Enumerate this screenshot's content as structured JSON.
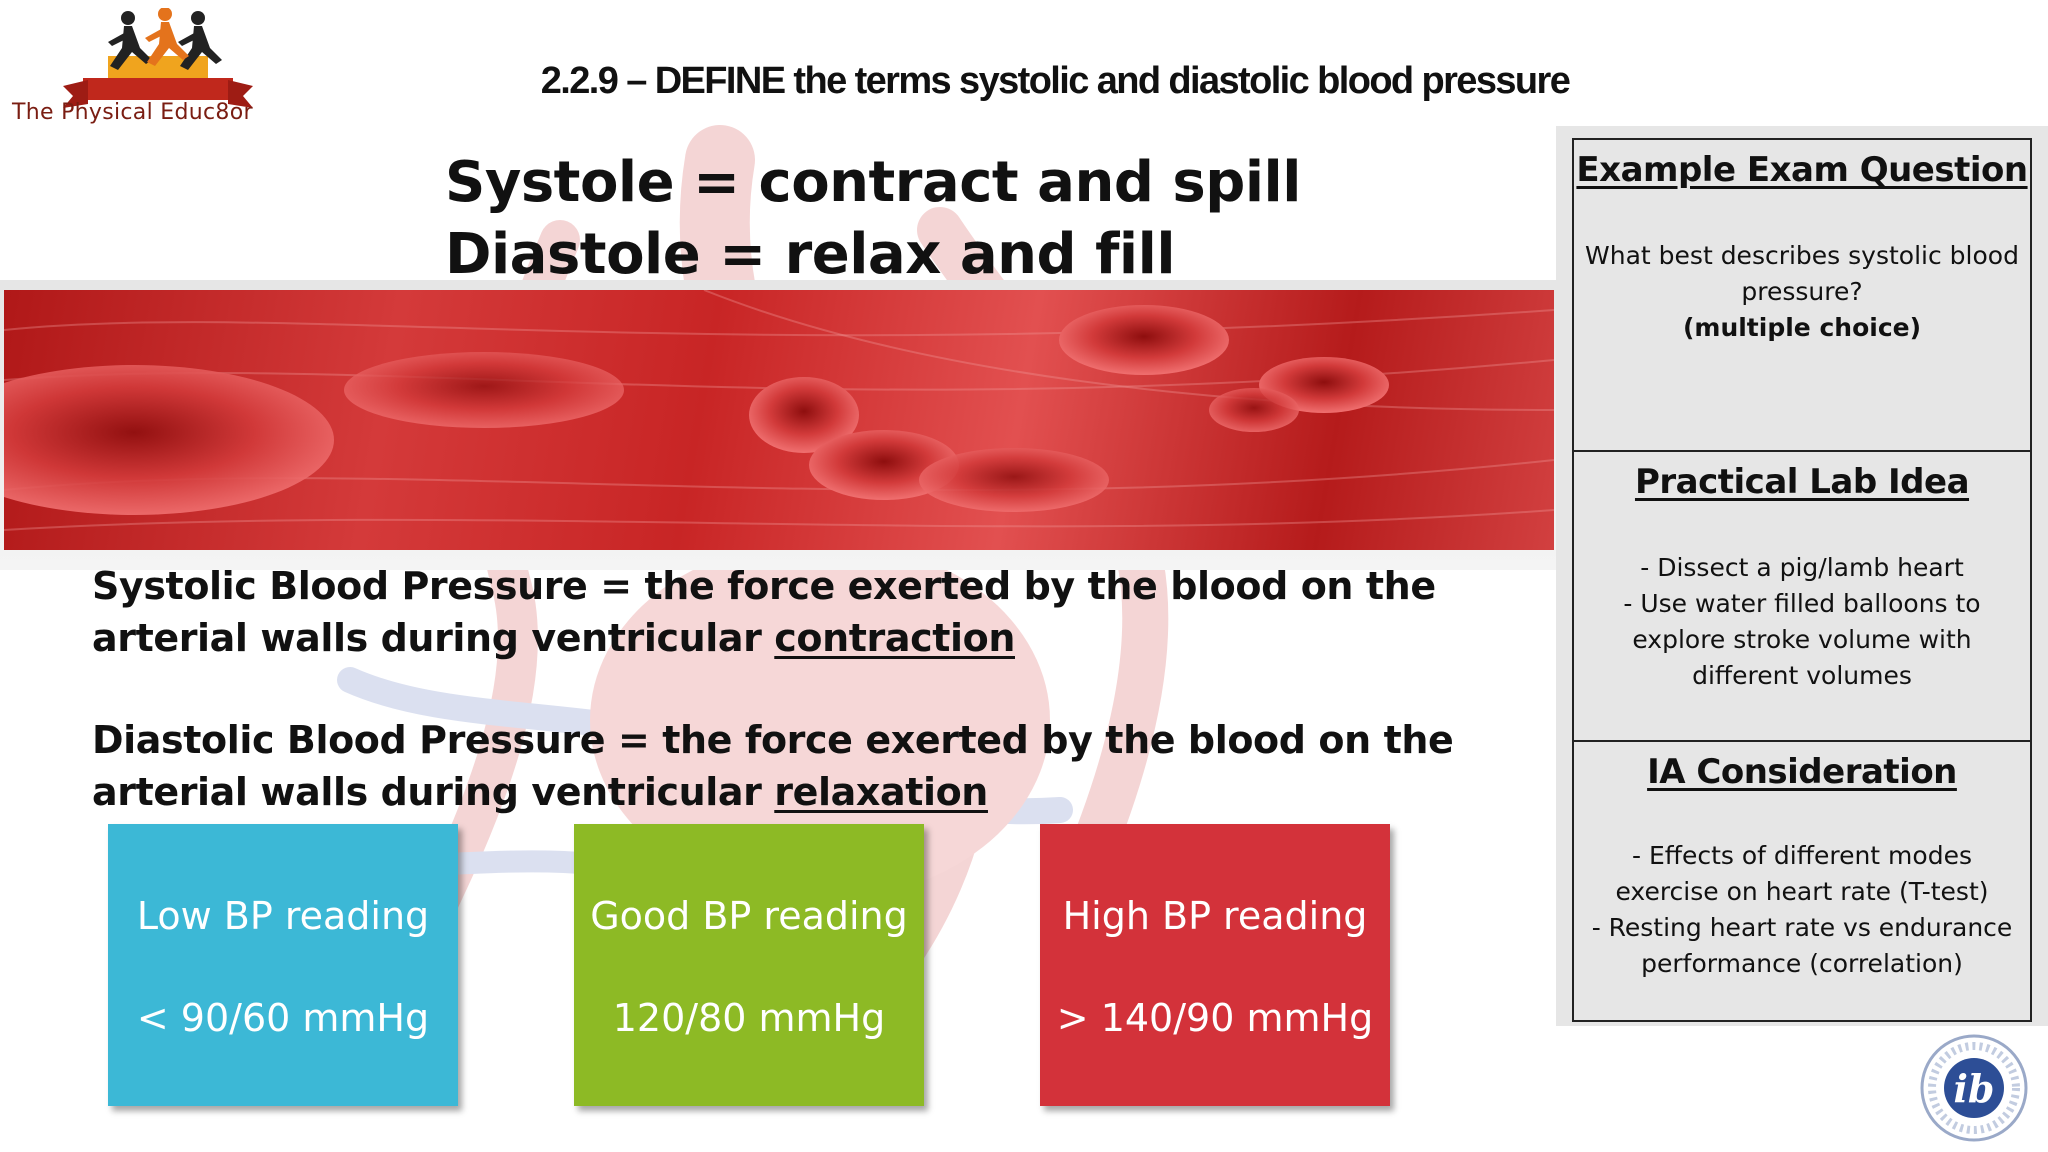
{
  "logo": {
    "text": "The Physical Educ8or"
  },
  "title": "2.2.9 – DEFINE the terms systolic and diastolic blood pressure",
  "tagline": {
    "line1": "Systole = contract and spill",
    "line2": "Diastole = relax and fill"
  },
  "definitions": {
    "systolic": {
      "term": "Systolic Blood Pressure",
      "text": " = the force exerted by the blood on the arterial walls during ventricular ",
      "keyword": "contraction"
    },
    "diastolic": {
      "term": "Diastolic Blood Pressure",
      "text": "  = the force exerted by the blood on the arterial walls during ventricular ",
      "keyword": "relaxation"
    }
  },
  "readings": [
    {
      "label": "Low BP reading",
      "value": "< 90/60 mmHg",
      "color": "#3cb8d6"
    },
    {
      "label": "Good BP reading",
      "value": "120/80 mmHg",
      "color": "#8dba25"
    },
    {
      "label": "High BP reading",
      "value": "> 140/90 mmHg",
      "color": "#d3323a"
    }
  ],
  "panel": {
    "exam": {
      "title": "Example Exam Question",
      "question": "What best describes systolic blood pressure?",
      "note": "(multiple choice)"
    },
    "lab": {
      "title": "Practical Lab Idea",
      "items": [
        "-      Dissect a pig/lamb heart",
        "- Use water filled balloons to explore stroke volume with different volumes"
      ]
    },
    "ia": {
      "title": "IA Consideration",
      "items": [
        "-       Effects of different modes exercise on heart rate (T-test)",
        "-       Resting heart rate vs endurance performance (correlation)"
      ]
    }
  },
  "ib_logo": {
    "text": "ib"
  },
  "colors": {
    "banner": "#c82525",
    "panel_bg": "#e6e6e6",
    "logo_red": "#c0281c"
  }
}
